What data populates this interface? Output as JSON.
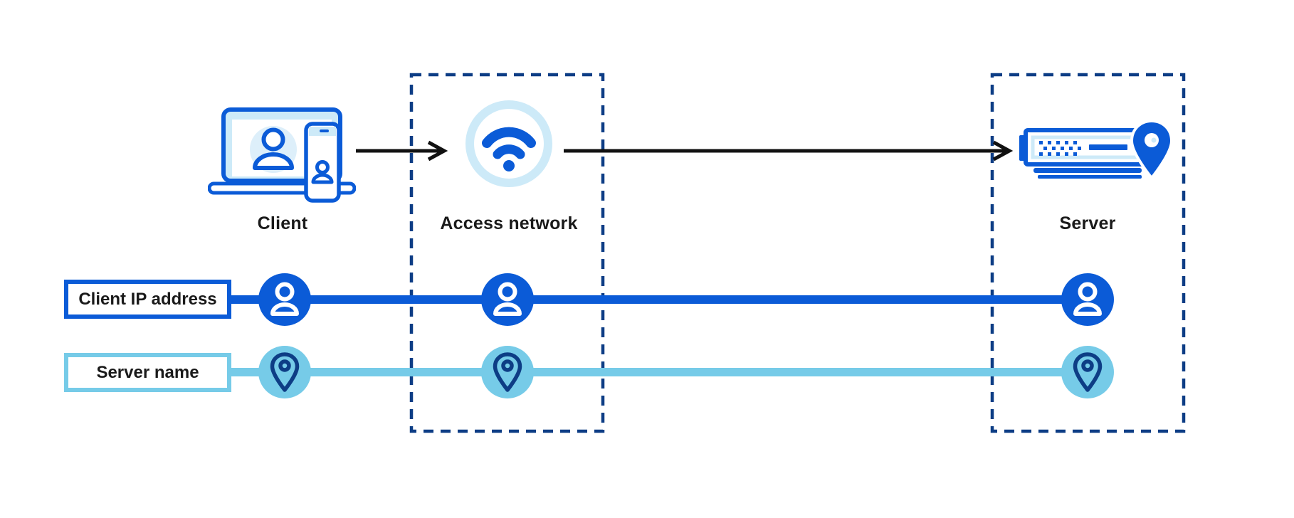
{
  "diagram": {
    "title": "client-to-server-name-resolution-flow",
    "columns": [
      {
        "id": "client",
        "label": "Client",
        "icon": "client-devices-icon",
        "boxed": false
      },
      {
        "id": "access_network",
        "label": "Access network",
        "icon": "wifi-icon",
        "boxed": true
      },
      {
        "id": "server",
        "label": "Server",
        "icon": "server-location-icon",
        "boxed": true
      }
    ],
    "arrows": [
      {
        "from": "client",
        "to": "access_network",
        "style": "black-right-arrow"
      },
      {
        "from": "access_network",
        "to": "server",
        "style": "black-right-arrow"
      }
    ],
    "tracks": [
      {
        "id": "client_ip",
        "label": "Client IP address",
        "color": "#0b5bd7",
        "node_icon": "person-icon",
        "nodes_at": [
          "client",
          "access_network",
          "server"
        ]
      },
      {
        "id": "server_name",
        "label": "Server name",
        "color": "#76cbe8",
        "node_icon": "location-pin-icon",
        "nodes_at": [
          "client",
          "access_network",
          "server"
        ]
      }
    ],
    "colors": {
      "primary_blue": "#0b5bd7",
      "navy_dash": "#0d3d85",
      "cyan": "#76cbe8",
      "pale_blue": "#cdeaf8",
      "arrow_black": "#111111",
      "text": "#1a1a1a",
      "background": "#ffffff"
    }
  }
}
